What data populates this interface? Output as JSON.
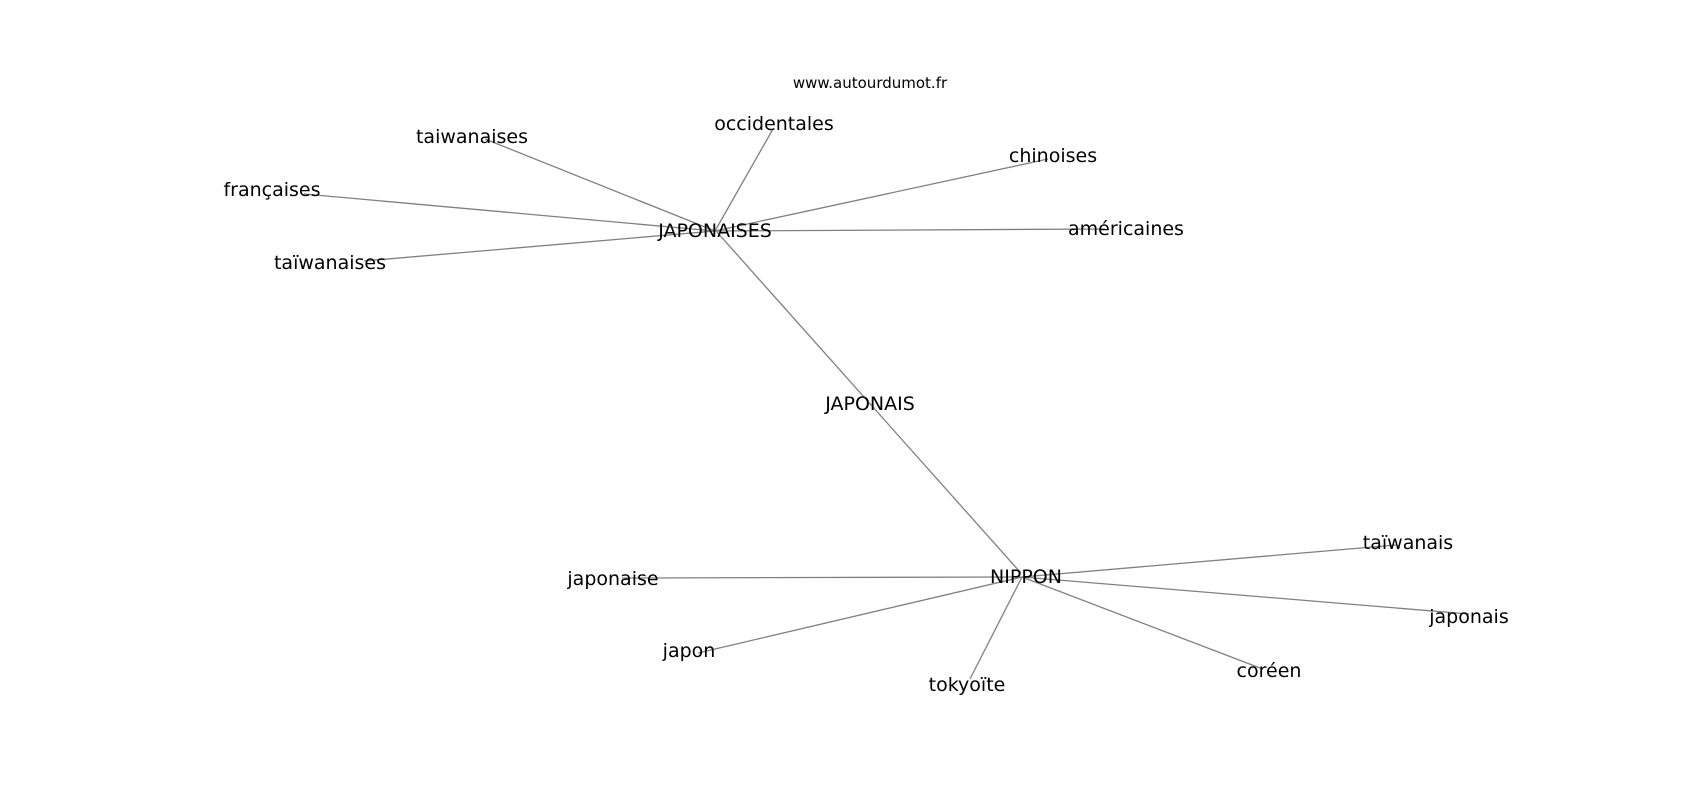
{
  "watermark": "www.autourdumot.fr",
  "colors": {
    "edge": "#808080",
    "text": "#000000",
    "background": "#ffffff"
  },
  "graph": {
    "center": "JAPONAIS",
    "hubs": [
      "JAPONAISES",
      "NIPPON"
    ],
    "nodes": [
      {
        "id": "JAPONAISES",
        "label": "JAPONAISES"
      },
      {
        "id": "NIPPON",
        "label": "NIPPON"
      },
      {
        "id": "JAPONAIS",
        "label": "JAPONAIS"
      },
      {
        "id": "occidentales",
        "label": "occidentales"
      },
      {
        "id": "taiwanaises",
        "label": "taiwanaises"
      },
      {
        "id": "francaises",
        "label": "françaises"
      },
      {
        "id": "taiwanaises2",
        "label": "taïwanaises"
      },
      {
        "id": "chinoises",
        "label": "chinoises"
      },
      {
        "id": "americaines",
        "label": "américaines"
      },
      {
        "id": "japonaise",
        "label": "japonaise"
      },
      {
        "id": "japon",
        "label": "japon"
      },
      {
        "id": "tokyoite",
        "label": "tokyoïte"
      },
      {
        "id": "coreen",
        "label": "coréen"
      },
      {
        "id": "japonais",
        "label": "japonais"
      },
      {
        "id": "taiwanais",
        "label": "taïwanais"
      }
    ],
    "edges": [
      {
        "source": "JAPONAISES",
        "target": "NIPPON"
      },
      {
        "source": "JAPONAISES",
        "target": "occidentales"
      },
      {
        "source": "JAPONAISES",
        "target": "taiwanaises"
      },
      {
        "source": "JAPONAISES",
        "target": "francaises"
      },
      {
        "source": "JAPONAISES",
        "target": "taiwanaises2"
      },
      {
        "source": "JAPONAISES",
        "target": "chinoises"
      },
      {
        "source": "JAPONAISES",
        "target": "americaines"
      },
      {
        "source": "NIPPON",
        "target": "japonaise"
      },
      {
        "source": "NIPPON",
        "target": "japon"
      },
      {
        "source": "NIPPON",
        "target": "tokyoite"
      },
      {
        "source": "NIPPON",
        "target": "coreen"
      },
      {
        "source": "NIPPON",
        "target": "japonais"
      },
      {
        "source": "NIPPON",
        "target": "taiwanais"
      }
    ]
  }
}
